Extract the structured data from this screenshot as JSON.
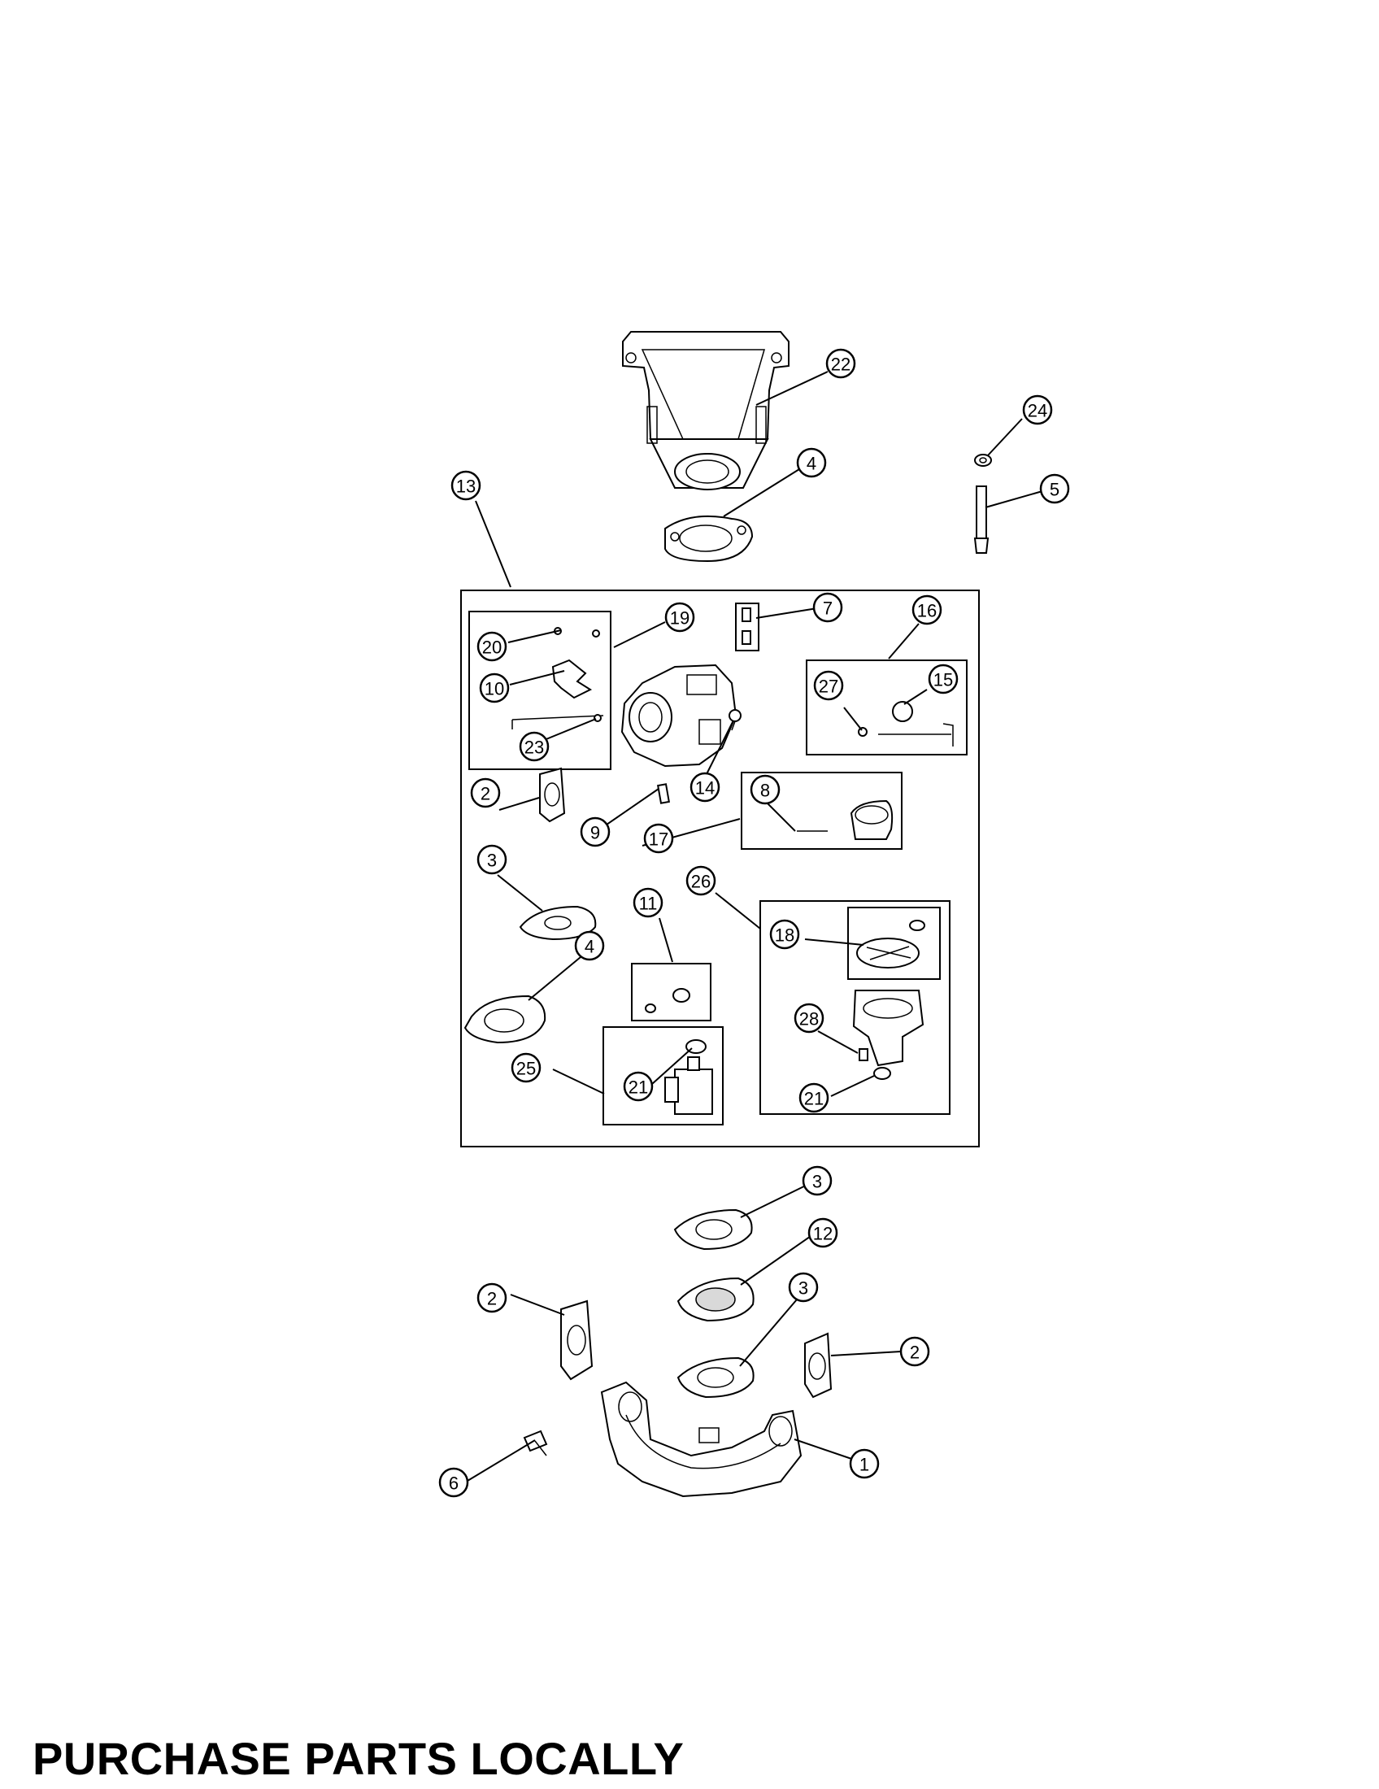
{
  "footer": {
    "note": "PURCHASE PARTS LOCALLY"
  },
  "callouts": [
    {
      "id": "c22",
      "label": "22"
    },
    {
      "id": "c24",
      "label": "24"
    },
    {
      "id": "c5",
      "label": "5"
    },
    {
      "id": "c4a",
      "label": "4"
    },
    {
      "id": "c13",
      "label": "13"
    },
    {
      "id": "c7",
      "label": "7"
    },
    {
      "id": "c16",
      "label": "16"
    },
    {
      "id": "c19",
      "label": "19"
    },
    {
      "id": "c20",
      "label": "20"
    },
    {
      "id": "c10",
      "label": "10"
    },
    {
      "id": "c23",
      "label": "23"
    },
    {
      "id": "c27",
      "label": "27"
    },
    {
      "id": "c15",
      "label": "15"
    },
    {
      "id": "c14",
      "label": "14"
    },
    {
      "id": "c2a",
      "label": "2"
    },
    {
      "id": "c9",
      "label": "9"
    },
    {
      "id": "c8",
      "label": "8"
    },
    {
      "id": "c17",
      "label": "17"
    },
    {
      "id": "c3a",
      "label": "3"
    },
    {
      "id": "c26",
      "label": "26"
    },
    {
      "id": "c11",
      "label": "11"
    },
    {
      "id": "c18",
      "label": "18"
    },
    {
      "id": "c4b",
      "label": "4"
    },
    {
      "id": "c28",
      "label": "28"
    },
    {
      "id": "c25",
      "label": "25"
    },
    {
      "id": "c21a",
      "label": "21"
    },
    {
      "id": "c21b",
      "label": "21"
    },
    {
      "id": "c3b",
      "label": "3"
    },
    {
      "id": "c12",
      "label": "12"
    },
    {
      "id": "c2b",
      "label": "2"
    },
    {
      "id": "c3c",
      "label": "3"
    },
    {
      "id": "c2c",
      "label": "2"
    },
    {
      "id": "c1",
      "label": "1"
    },
    {
      "id": "c6",
      "label": "6"
    }
  ]
}
